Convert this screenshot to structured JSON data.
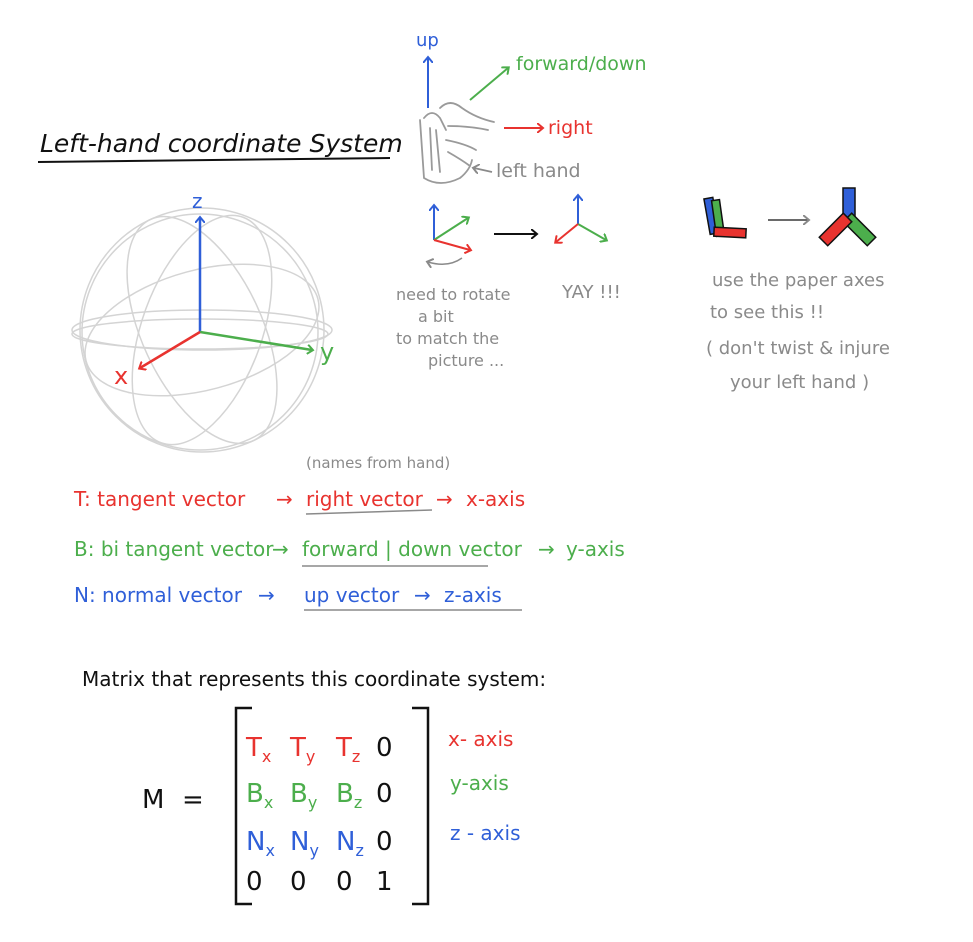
{
  "title": "Left-hand coordinate System",
  "colors": {
    "red": "#e8332f",
    "green": "#4cae4c",
    "blue": "#2f5fd8",
    "grey": "#8a8a8a",
    "light_grey": "#d4d4d4",
    "black": "#111111"
  },
  "axes3d": {
    "z": "z",
    "y": "y",
    "x": "x"
  },
  "hand": {
    "up": "up",
    "forward": "forward/down",
    "right": "right",
    "hand_label": "left hand"
  },
  "rotate_note": [
    "need to rotate",
    "a bit",
    "to match the",
    "picture ..."
  ],
  "yay": "YAY !!!",
  "paper_note": [
    "use the paper axes",
    "to see this !!",
    "( don't twist & injure",
    "your left hand )"
  ],
  "names_note": "(names from hand)",
  "vectors": [
    {
      "label": "T: tangent vector",
      "hand_name": "right vector",
      "axis": "x-axis"
    },
    {
      "label": "B: bi tangent vector",
      "hand_name": "forward | down vector",
      "axis": "y-axis"
    },
    {
      "label": "N: normal vector",
      "hand_name": "up vector",
      "axis": "z-axis"
    }
  ],
  "arrow_glyph": "→",
  "matrix_title": "Matrix that represents this coordinate system:",
  "matrix": {
    "name": "M",
    "equals": "=",
    "rows": [
      {
        "cells": [
          [
            "T",
            "x"
          ],
          [
            "T",
            "y"
          ],
          [
            "T",
            "z"
          ],
          [
            "0",
            ""
          ]
        ],
        "axis": "x- axis"
      },
      {
        "cells": [
          [
            "B",
            "x"
          ],
          [
            "B",
            "y"
          ],
          [
            "B",
            "z"
          ],
          [
            "0",
            ""
          ]
        ],
        "axis": "y-axis"
      },
      {
        "cells": [
          [
            "N",
            "x"
          ],
          [
            "N",
            "y"
          ],
          [
            "N",
            "z"
          ],
          [
            "0",
            ""
          ]
        ],
        "axis": "z - axis"
      },
      {
        "cells": [
          [
            "0",
            ""
          ],
          [
            "0",
            ""
          ],
          [
            "0",
            ""
          ],
          [
            "1",
            ""
          ]
        ],
        "axis": ""
      }
    ]
  }
}
